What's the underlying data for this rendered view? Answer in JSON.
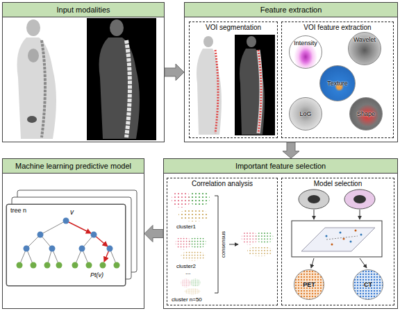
{
  "diagram": {
    "nodes": [
      {
        "text": [
          "Input modalities"
        ]
      },
      {
        "text": [
          "Feature extraction"
        ]
      },
      {
        "text": [
          "VOI segmentation"
        ],
        "in": 1
      },
      {
        "text": [
          "VOI feature extraction"
        ],
        "in": 1
      },
      {
        "text": [
          "Intensity"
        ],
        "in": 3
      },
      {
        "text": [
          "Wavelet"
        ],
        "in": 3
      },
      {
        "text": [
          "Texture"
        ],
        "in": 3
      },
      {
        "text": [
          "LoG"
        ],
        "in": 3
      },
      {
        "text": [
          "Shape"
        ],
        "in": 3
      },
      {
        "text": [
          "Machine learning predictive model"
        ]
      },
      {
        "text": [
          "tree n"
        ],
        "in": 9
      },
      {
        "text": [
          "Important feature selection"
        ]
      },
      {
        "text": [
          "Correlation analysis"
        ],
        "in": 11
      },
      {
        "text": [
          "Model selection"
        ],
        "in": 11
      },
      {
        "text": [
          "PET"
        ],
        "in": 13
      },
      {
        "text": [
          "CT"
        ],
        "in": 13
      }
    ],
    "edges": [
      {
        "from": 0,
        "to": 1,
        "arrow": "to"
      },
      {
        "from": 1,
        "to": 11,
        "arrow": "to"
      },
      {
        "from": 11,
        "to": 9,
        "arrow": "to"
      }
    ],
    "labels": [
      "cluster1",
      "cluster2",
      "...",
      "cluster n=50",
      "consensus",
      "v",
      "Pt(v)"
    ]
  }
}
